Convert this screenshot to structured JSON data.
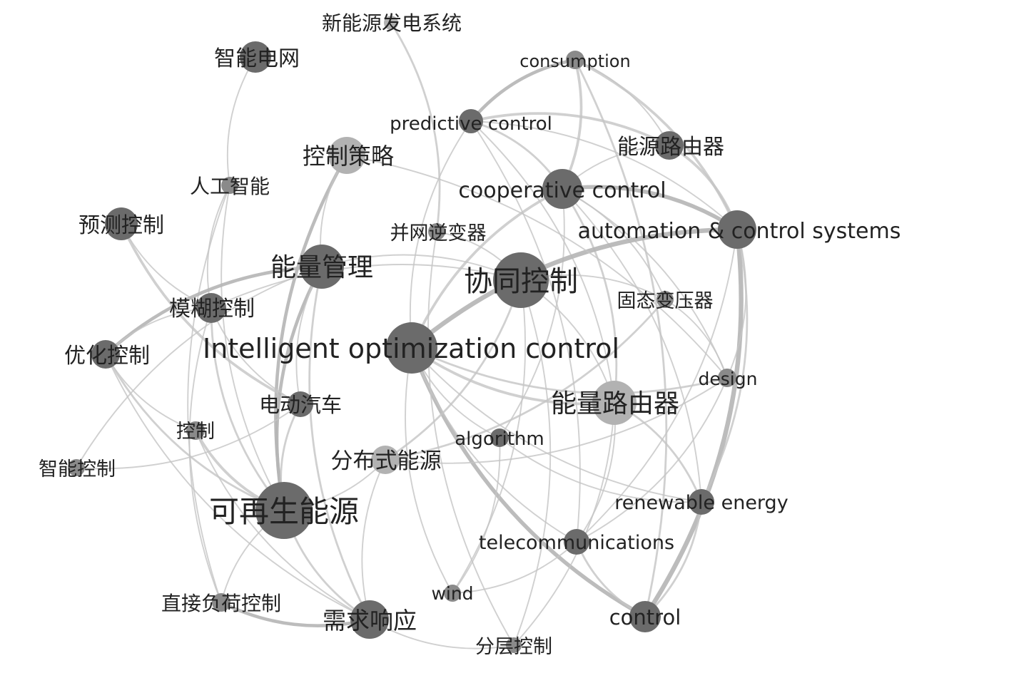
{
  "nodes": [
    {
      "id": "xinnengyuan",
      "label": "新能源发电系统",
      "weight": 1,
      "tone": "light"
    },
    {
      "id": "zhinengdianwang",
      "label": "智能电网",
      "weight": 2,
      "tone": "dark"
    },
    {
      "id": "consumption",
      "label": "consumption",
      "weight": 1,
      "tone": "mid"
    },
    {
      "id": "predictive",
      "label": "predictive control",
      "weight": 2,
      "tone": "dark"
    },
    {
      "id": "nengyuanluyouqi",
      "label": "能源路由器",
      "weight": 2,
      "tone": "dark"
    },
    {
      "id": "kongzhicelue",
      "label": "控制策略",
      "weight": 2,
      "tone": "light"
    },
    {
      "id": "cooperative",
      "label": "cooperative control",
      "weight": 3,
      "tone": "dark"
    },
    {
      "id": "rengongzhineng",
      "label": "人工智能",
      "weight": 1,
      "tone": "mid"
    },
    {
      "id": "automation",
      "label": "automation & control systems",
      "weight": 3,
      "tone": "dark"
    },
    {
      "id": "yuce",
      "label": "预测控制",
      "weight": 2,
      "tone": "dark"
    },
    {
      "id": "bingwang",
      "label": "并网逆变器",
      "weight": 1,
      "tone": "mid"
    },
    {
      "id": "nengliangguanli",
      "label": "能量管理",
      "weight": 4,
      "tone": "dark"
    },
    {
      "id": "xietong",
      "label": "协同控制",
      "weight": 5,
      "tone": "dark"
    },
    {
      "id": "mohu",
      "label": "模糊控制",
      "weight": 2,
      "tone": "dark"
    },
    {
      "id": "gutai",
      "label": "固态变压器",
      "weight": 1,
      "tone": "mid"
    },
    {
      "id": "youhua",
      "label": "优化控制",
      "weight": 2,
      "tone": "dark"
    },
    {
      "id": "intelligent",
      "label": "Intelligent optimization control",
      "weight": 5,
      "tone": "dark"
    },
    {
      "id": "design",
      "label": "design",
      "weight": 1,
      "tone": "mid"
    },
    {
      "id": "diandong",
      "label": "电动汽车",
      "weight": 2,
      "tone": "dark"
    },
    {
      "id": "nengliangluyouqi",
      "label": "能量路由器",
      "weight": 4,
      "tone": "light"
    },
    {
      "id": "kongzhi",
      "label": "控制",
      "weight": 1,
      "tone": "mid"
    },
    {
      "id": "algorithm",
      "label": "algorithm",
      "weight": 1,
      "tone": "dark"
    },
    {
      "id": "fenbushi",
      "label": "分布式能源",
      "weight": 2,
      "tone": "light"
    },
    {
      "id": "zhinengkongzhi",
      "label": "智能控制",
      "weight": 1,
      "tone": "mid"
    },
    {
      "id": "kezaisheng",
      "label": "可再生能源",
      "weight": 6,
      "tone": "dark"
    },
    {
      "id": "renewable",
      "label": "renewable energy",
      "weight": 2,
      "tone": "dark"
    },
    {
      "id": "telecom",
      "label": "telecommunications",
      "weight": 2,
      "tone": "dark"
    },
    {
      "id": "wind",
      "label": "wind",
      "weight": 1,
      "tone": "mid"
    },
    {
      "id": "zhijie",
      "label": "直接负荷控制",
      "weight": 1,
      "tone": "mid"
    },
    {
      "id": "xuqiu",
      "label": "需求响应",
      "weight": 3,
      "tone": "dark"
    },
    {
      "id": "control",
      "label": "control",
      "weight": 2,
      "tone": "dark"
    },
    {
      "id": "fenceng",
      "label": "分层控制",
      "weight": 1,
      "tone": "mid"
    }
  ],
  "edges": [
    [
      "xinnengyuan",
      "bingwang",
      2
    ],
    [
      "zhinengdianwang",
      "rengongzhineng",
      1
    ],
    [
      "consumption",
      "predictive",
      4
    ],
    [
      "consumption",
      "cooperative",
      3
    ],
    [
      "consumption",
      "automation",
      3
    ],
    [
      "consumption",
      "nengyuanluyouqi",
      1
    ],
    [
      "consumption",
      "control",
      2
    ],
    [
      "predictive",
      "cooperative",
      2
    ],
    [
      "predictive",
      "nengyuanluyouqi",
      3
    ],
    [
      "predictive",
      "automation",
      1
    ],
    [
      "predictive",
      "intelligent",
      1
    ],
    [
      "predictive",
      "telecom",
      1
    ],
    [
      "predictive",
      "nengliangluyouqi",
      1
    ],
    [
      "nengyuanluyouqi",
      "cooperative",
      1
    ],
    [
      "nengyuanluyouqi",
      "automation",
      3
    ],
    [
      "cooperative",
      "automation",
      5
    ],
    [
      "cooperative",
      "intelligent",
      3
    ],
    [
      "cooperative",
      "nengliangluyouqi",
      2
    ],
    [
      "cooperative",
      "design",
      1
    ],
    [
      "cooperative",
      "renewable",
      1
    ],
    [
      "cooperative",
      "algorithm",
      1
    ],
    [
      "cooperative",
      "gutai",
      1
    ],
    [
      "automation",
      "intelligent",
      6
    ],
    [
      "automation",
      "control",
      6
    ],
    [
      "automation",
      "renewable",
      2
    ],
    [
      "automation",
      "design",
      1
    ],
    [
      "automation",
      "telecom",
      1
    ],
    [
      "intelligent",
      "nengliangluyouqi",
      3
    ],
    [
      "intelligent",
      "control",
      5
    ],
    [
      "intelligent",
      "design",
      2
    ],
    [
      "intelligent",
      "telecom",
      1
    ],
    [
      "intelligent",
      "wind",
      1
    ],
    [
      "intelligent",
      "algorithm",
      1
    ],
    [
      "intelligent",
      "renewable",
      1
    ],
    [
      "nengliangluyouqi",
      "renewable",
      2
    ],
    [
      "nengliangluyouqi",
      "telecom",
      1
    ],
    [
      "nengliangluyouqi",
      "fenceng",
      1
    ],
    [
      "renewable",
      "control",
      2
    ],
    [
      "renewable",
      "algorithm",
      1
    ],
    [
      "telecom",
      "control",
      2
    ],
    [
      "telecom",
      "wind",
      1
    ],
    [
      "algorithm",
      "wind",
      1
    ],
    [
      "design",
      "fenbushi",
      1
    ],
    [
      "design",
      "telecom",
      1
    ],
    [
      "kongzhicelue",
      "kezaisheng",
      4
    ],
    [
      "kongzhicelue",
      "design",
      1
    ],
    [
      "kongzhicelue",
      "nengliangguanli",
      1
    ],
    [
      "rengongzhineng",
      "kezaisheng",
      1
    ],
    [
      "rengongzhineng",
      "zhijie",
      1
    ],
    [
      "rengongzhineng",
      "mohu",
      1
    ],
    [
      "yuce",
      "diandong",
      3
    ],
    [
      "yuce",
      "mohu",
      1
    ],
    [
      "nengliangguanli",
      "kezaisheng",
      4
    ],
    [
      "nengliangguanli",
      "youhua",
      4
    ],
    [
      "nengliangguanli",
      "xuqiu",
      2
    ],
    [
      "nengliangguanli",
      "diandong",
      1
    ],
    [
      "nengliangguanli",
      "xietong",
      1
    ],
    [
      "nengliangguanli",
      "zhinengkongzhi",
      1
    ],
    [
      "xietong",
      "mohu",
      1
    ],
    [
      "xietong",
      "fenbushi",
      2
    ],
    [
      "xietong",
      "bingwang",
      1
    ],
    [
      "xietong",
      "gutai",
      1
    ],
    [
      "xietong",
      "nengliangluyouqi",
      1
    ],
    [
      "xietong",
      "wind",
      1
    ],
    [
      "xietong",
      "fenceng",
      1
    ],
    [
      "mohu",
      "kezaisheng",
      2
    ],
    [
      "mohu",
      "youhua",
      1
    ],
    [
      "mohu",
      "diandong",
      1
    ],
    [
      "mohu",
      "zhijie",
      1
    ],
    [
      "youhua",
      "kezaisheng",
      2
    ],
    [
      "youhua",
      "xuqiu",
      1
    ],
    [
      "youhua",
      "kongzhi",
      1
    ],
    [
      "diandong",
      "kezaisheng",
      2
    ],
    [
      "diandong",
      "zhinengkongzhi",
      1
    ],
    [
      "kongzhi",
      "kezaisheng",
      3
    ],
    [
      "kongzhi",
      "xuqiu",
      1
    ],
    [
      "fenbushi",
      "kezaisheng",
      1
    ],
    [
      "fenbushi",
      "gutai",
      2
    ],
    [
      "kezaisheng",
      "xuqiu",
      2
    ],
    [
      "kezaisheng",
      "zhijie",
      1
    ],
    [
      "zhijie",
      "xuqiu",
      4
    ],
    [
      "xuqiu",
      "fenceng",
      1
    ],
    [
      "xuqiu",
      "fenbushi",
      1
    ],
    [
      "bingwang",
      "fenceng",
      1
    ],
    [
      "gutai",
      "design",
      1
    ]
  ]
}
